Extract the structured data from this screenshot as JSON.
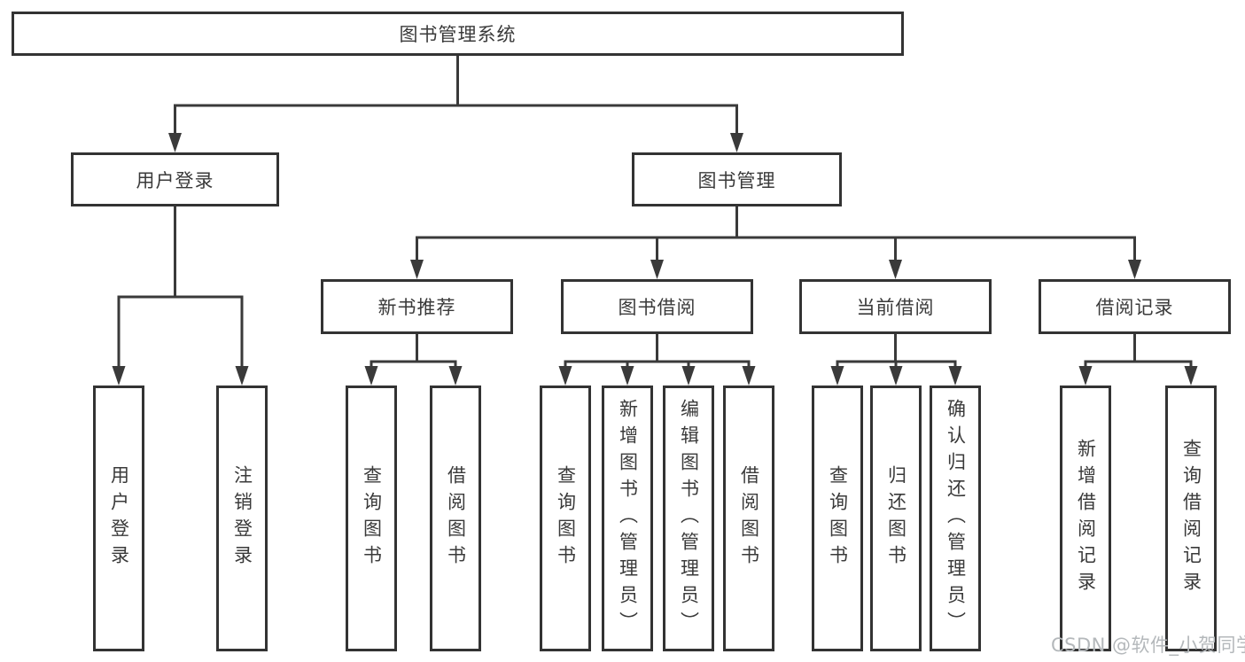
{
  "tree": {
    "label": "图书管理系统",
    "children": [
      {
        "label": "用户登录",
        "children": [
          {
            "label": "用户登录"
          },
          {
            "label": "注销登录"
          }
        ]
      },
      {
        "label": "图书管理",
        "children": [
          {
            "label": "新书推荐",
            "children": [
              {
                "label": "查询图书"
              },
              {
                "label": "借阅图书"
              }
            ]
          },
          {
            "label": "图书借阅",
            "children": [
              {
                "label": "查询图书"
              },
              {
                "label": "新增图书（管理员）"
              },
              {
                "label": "编辑图书（管理员）"
              },
              {
                "label": "借阅图书"
              }
            ]
          },
          {
            "label": "当前借阅",
            "children": [
              {
                "label": "查询图书"
              },
              {
                "label": "归还图书"
              },
              {
                "label": "确认归还（管理员）"
              }
            ]
          },
          {
            "label": "借阅记录",
            "children": [
              {
                "label": "新增借阅记录"
              },
              {
                "label": "查询借阅记录"
              }
            ]
          }
        ]
      }
    ]
  },
  "watermark": "CSDN @软件_小贺同学",
  "colors": {
    "line": "#3a3a3a",
    "border": "#333333",
    "text": "#3a3a3a",
    "watermark": "#b4b8bb",
    "background": "#ffffff"
  }
}
